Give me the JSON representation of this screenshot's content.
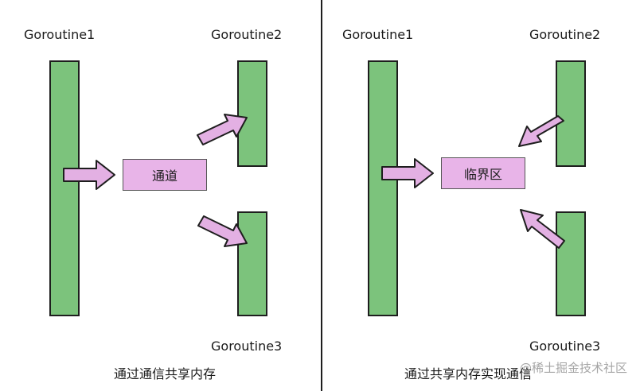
{
  "left_panel": {
    "goroutine1": "Goroutine1",
    "goroutine2": "Goroutine2",
    "goroutine3": "Goroutine3",
    "center_box": "通道",
    "caption": "通过通信共享内存"
  },
  "right_panel": {
    "goroutine1": "Goroutine1",
    "goroutine2": "Goroutine2",
    "goroutine3": "Goroutine3",
    "center_box": "临界区",
    "caption": "通过共享内存实现通信"
  },
  "watermark": "@稀土掘金技术社区",
  "colors": {
    "bar": "#7cc37c",
    "box": "#e8b4e8",
    "arrow": "#e3b0e3",
    "outline": "#1e1e1e"
  }
}
